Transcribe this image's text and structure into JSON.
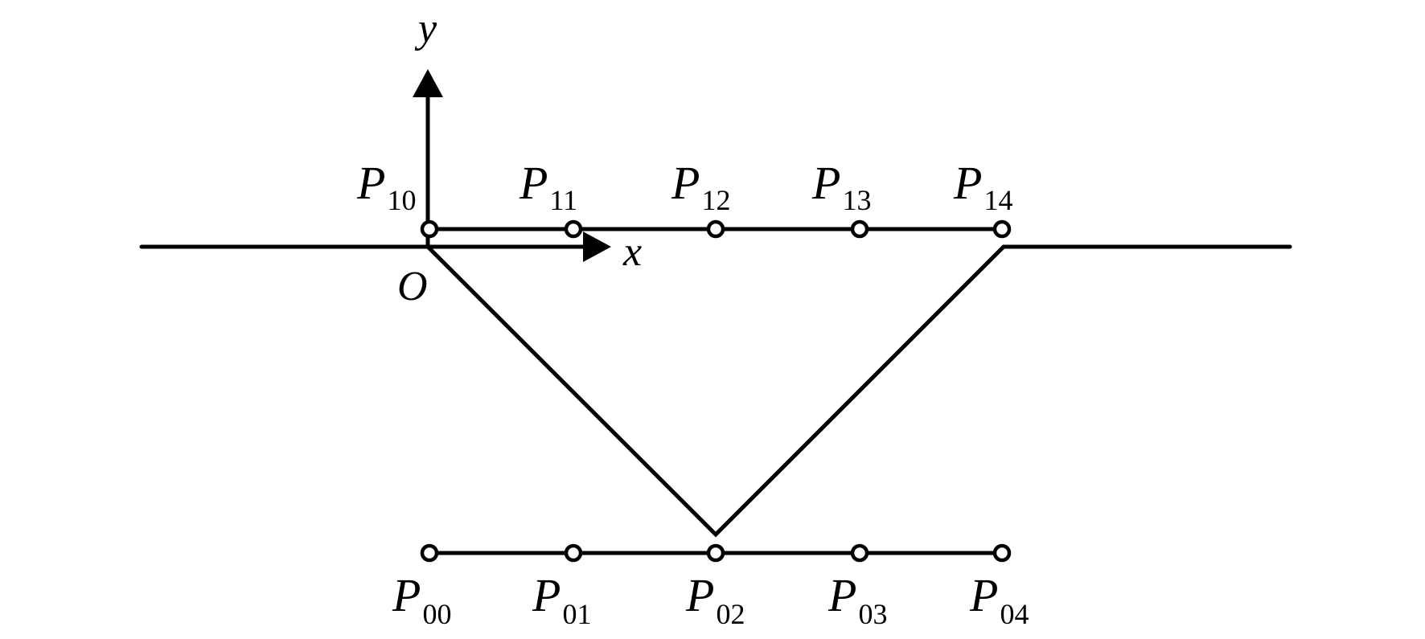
{
  "axes": {
    "x_label": "x",
    "y_label": "y",
    "origin_label": "O"
  },
  "top_points": [
    {
      "letter": "P",
      "index": "10"
    },
    {
      "letter": "P",
      "index": "11"
    },
    {
      "letter": "P",
      "index": "12"
    },
    {
      "letter": "P",
      "index": "13"
    },
    {
      "letter": "P",
      "index": "14"
    }
  ],
  "bottom_points": [
    {
      "letter": "P",
      "index": "00"
    },
    {
      "letter": "P",
      "index": "01"
    },
    {
      "letter": "P",
      "index": "02"
    },
    {
      "letter": "P",
      "index": "03"
    },
    {
      "letter": "P",
      "index": "04"
    }
  ],
  "colors": {
    "stroke": "#000000",
    "background": "#ffffff"
  }
}
